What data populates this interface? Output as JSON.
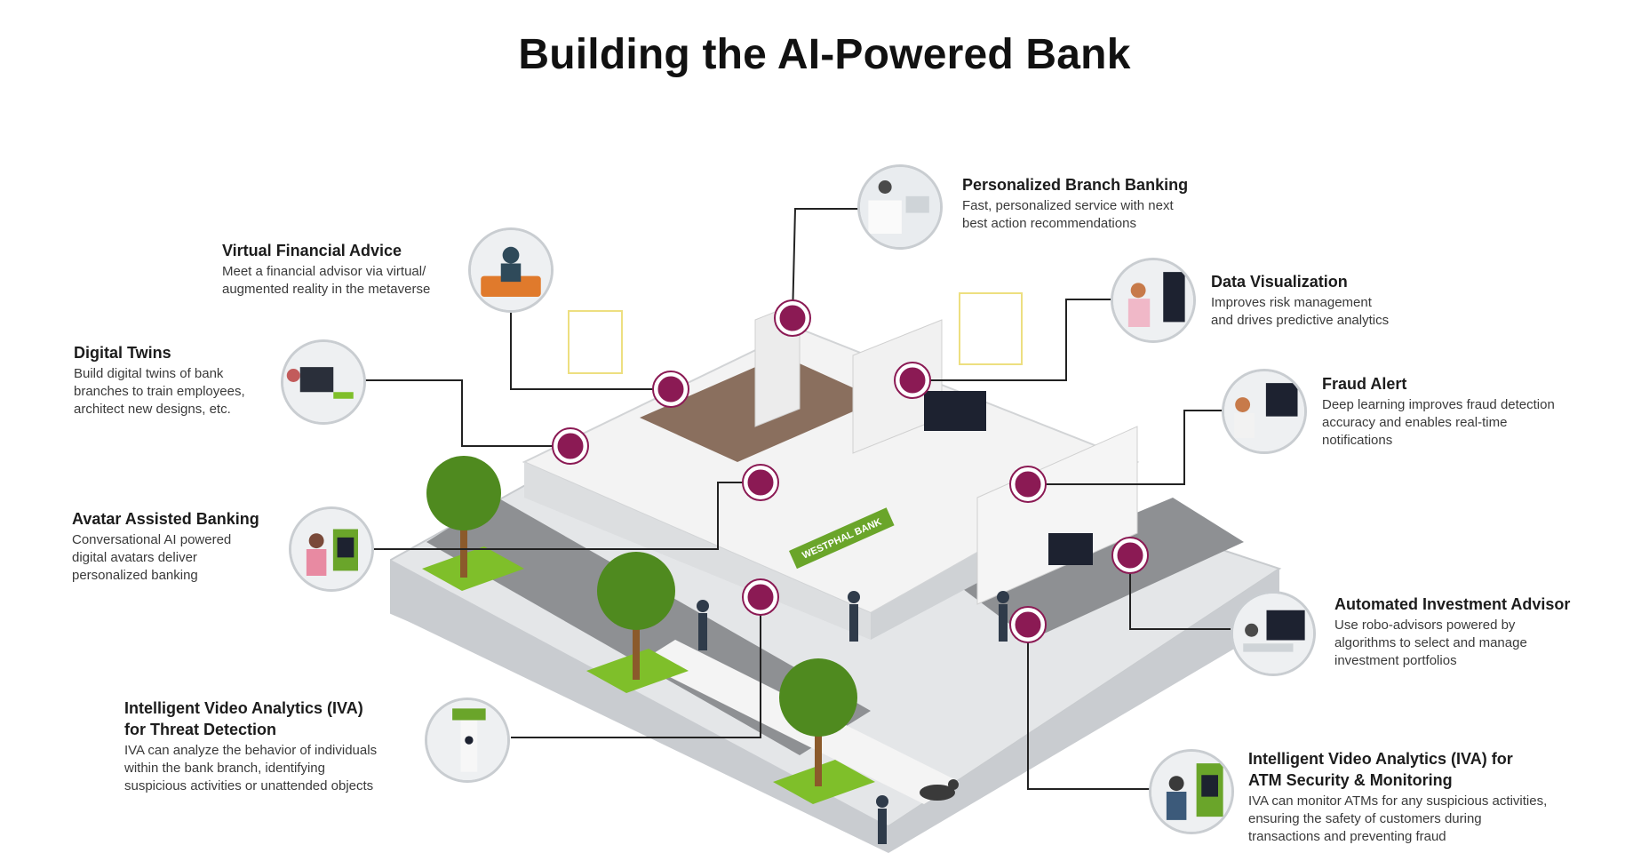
{
  "title": "Building the AI-Powered Bank",
  "bank_sign": "WESTPHAL BANK",
  "callouts": {
    "branch": {
      "heading": "Personalized Branch Banking",
      "body": [
        "Fast, personalized service with next",
        "best action recommendations"
      ]
    },
    "virtual": {
      "heading": "Virtual Financial Advice",
      "body": [
        "Meet a financial advisor via virtual/",
        "augmented reality in the metaverse"
      ]
    },
    "dataviz": {
      "heading": "Data Visualization",
      "body": [
        "Improves risk management",
        "and drives predictive analytics"
      ]
    },
    "twins": {
      "heading": "Digital Twins",
      "body": [
        "Build digital twins of bank",
        "branches to train employees,",
        "architect new designs, etc."
      ]
    },
    "fraud": {
      "heading": "Fraud Alert",
      "body": [
        "Deep learning improves fraud detection",
        "accuracy and enables real-time",
        "notifications"
      ]
    },
    "avatar": {
      "heading": "Avatar Assisted Banking",
      "body": [
        "Conversational AI powered",
        "digital avatars deliver",
        "personalized banking"
      ]
    },
    "invest": {
      "heading": "Automated Investment Advisor",
      "body": [
        "Use robo-advisors powered by",
        "algorithms to select and manage",
        "investment portfolios"
      ]
    },
    "threat": {
      "heading_lines": [
        "Intelligent Video Analytics (IVA)",
        "for Threat Detection"
      ],
      "body": [
        "IVA can analyze the behavior of individuals",
        "within the bank branch, identifying",
        "suspicious activities or unattended objects"
      ]
    },
    "atm": {
      "heading_lines": [
        "Intelligent Video Analytics (IVA) for",
        "ATM Security & Monitoring"
      ],
      "body": [
        "IVA can monitor ATMs for any suspicious activities,",
        "ensuring the safety of customers during",
        "transactions and preventing fraud"
      ]
    }
  },
  "colors": {
    "marker": "#8b1a54",
    "line": "#222222",
    "ground": "#d7d9dc",
    "road": "#8a8c8f",
    "tree": "#4f8a1f",
    "grass": "#7fbf2a"
  }
}
